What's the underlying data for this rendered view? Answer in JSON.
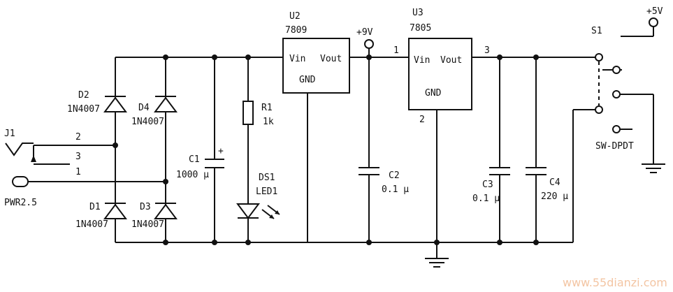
{
  "labels": {
    "u2_ref": "U2",
    "u2_part": "7809",
    "u2_vin": "Vin",
    "u2_vout": "Vout",
    "u2_gnd": "GND",
    "plus9v": "+9V",
    "u3_ref": "U3",
    "u3_part": "7805",
    "u3_vin": "Vin",
    "u3_vout": "Vout",
    "u3_gnd": "GND",
    "u3_pin1": "1",
    "u3_pin2": "2",
    "u3_pin3": "3",
    "plus5v": "+5V",
    "s1_ref": "S1",
    "s1_part": "SW-DPDT",
    "j1_ref": "J1",
    "j1_pin2": "2",
    "j1_pin3": "3",
    "j1_pin1": "1",
    "j1_part": "PWR2.5",
    "d2_ref": "D2",
    "d2_part": "1N4007",
    "d4_ref": "D4",
    "d4_part": "1N4007",
    "d1_ref": "D1",
    "d1_part": "1N4007",
    "d3_ref": "D3",
    "d3_part": "1N4007",
    "c1_ref": "C1",
    "c1_val": "1000 μ",
    "c1_plus": "+",
    "r1_ref": "R1",
    "r1_val": "1k",
    "ds1_ref": "DS1",
    "ds1_part": "LED1",
    "c2_ref": "C2",
    "c2_val": "0.1 μ",
    "c3_ref": "C3",
    "c3_val": "0.1 μ",
    "c4_ref": "C4",
    "c4_val": "220 μ"
  },
  "watermark": "www.55dianzi.com"
}
